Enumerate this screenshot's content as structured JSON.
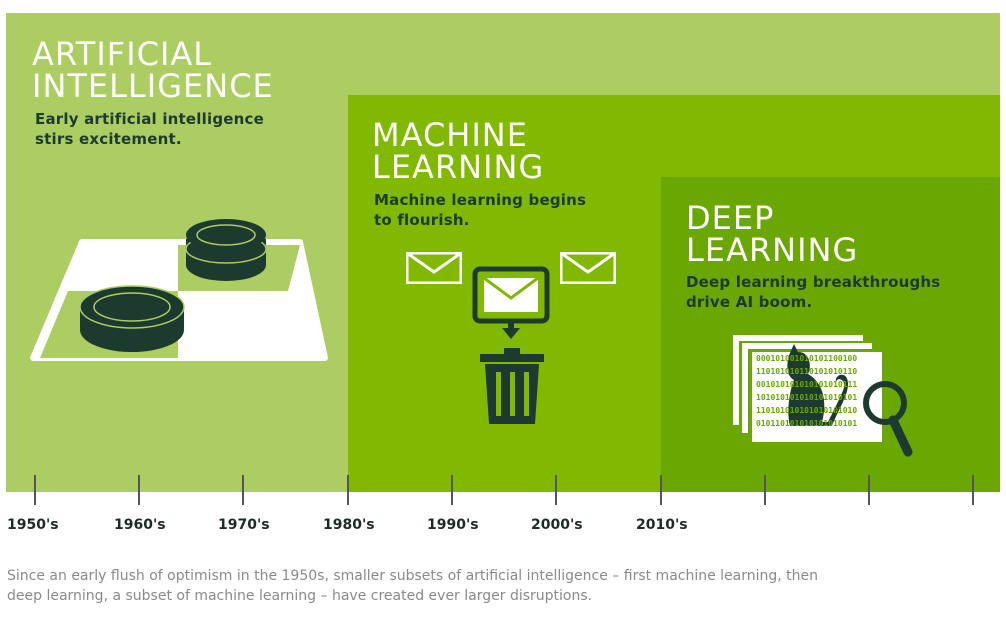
{
  "sections": [
    {
      "title_line1": "ARTIFICIAL",
      "title_line2": "INTELLIGENCE",
      "subtitle_line1": "Early artificial intelligence",
      "subtitle_line2": "stirs excitement."
    },
    {
      "title_line1": "MACHINE",
      "title_line2": "LEARNING",
      "subtitle_line1": "Machine learning begins",
      "subtitle_line2": "to flourish."
    },
    {
      "title_line1": "DEEP",
      "title_line2": "LEARNING",
      "subtitle_line1": "Deep learning breakthroughs",
      "subtitle_line2": "drive AI boom."
    }
  ],
  "binary_lines": [
    "000101001010101100100",
    "110101010110101010110",
    "001010101010101010111",
    "101010101010101010101",
    "110101010101010101010",
    "010110101010101010101"
  ],
  "timeline": [
    "1950's",
    "1960's",
    "1970's",
    "1980's",
    "1990's",
    "2000's",
    "2010's"
  ],
  "caption_line1": "Since an early flush of optimism in the 1950s, smaller subsets of artificial intelligence – first machine learning, then",
  "caption_line2": "deep learning, a subset of machine learning – have created ever larger disruptions.",
  "colors": {
    "ai": "#abcd62",
    "ml": "#80b900",
    "dl": "#6aa703",
    "dark": "#1d3a2e"
  }
}
